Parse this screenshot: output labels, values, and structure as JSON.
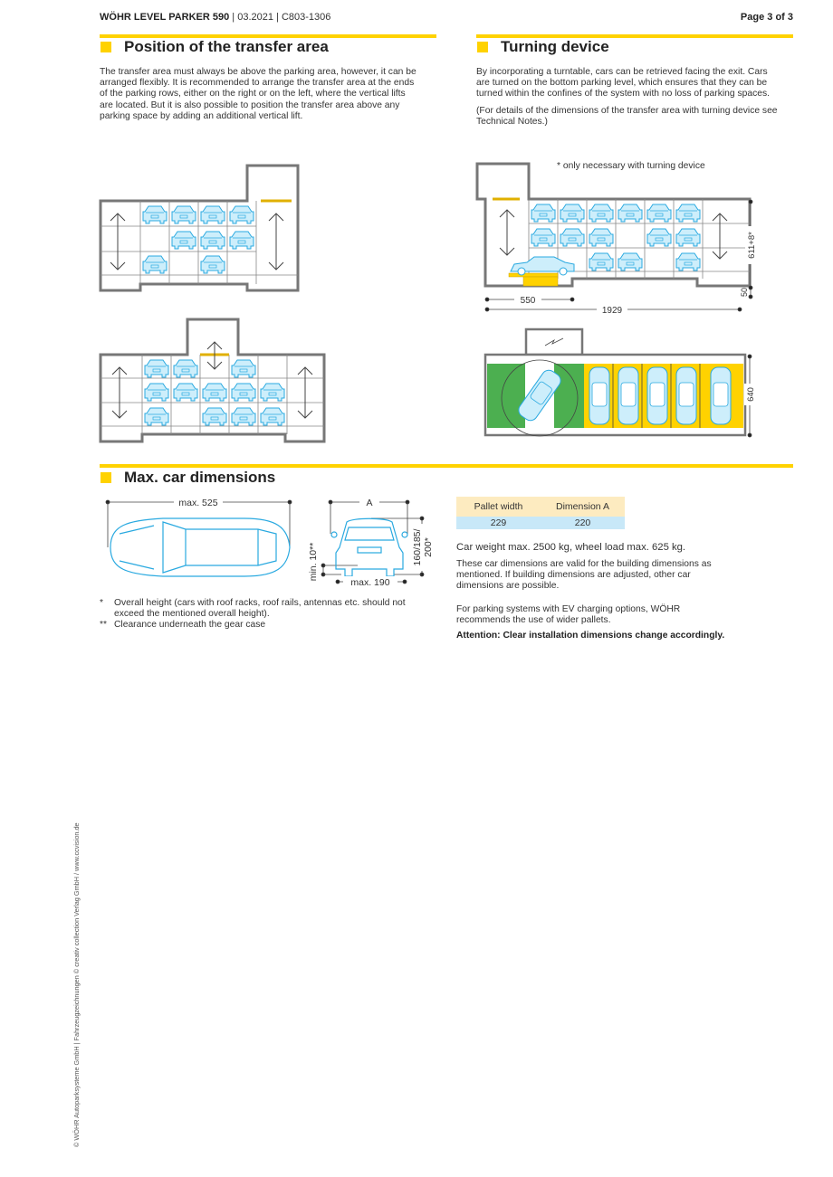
{
  "header": {
    "product": "WÖHR LEVEL PARKER 590",
    "date": "03.2021",
    "doc_code": "C803-1306",
    "page": "Page 3 of 3"
  },
  "transfer_area": {
    "title": "Position of the transfer area",
    "text": "The transfer area must always be above the parking area, however, it can be arranged flexibly. It is recommended to arrange the transfer area at the ends of the parking rows, either on the right or on the left, where the vertical lifts are located. But it is also possible to position the transfer area above any parking space by adding an additional vertical lift."
  },
  "turning_device": {
    "title": "Turning device",
    "text1": "By incorporating a turntable, cars can be retrieved facing the exit. Cars are turned on the bottom parking level, which ensures that they can be turned within the confines of the system with no loss of parking spaces.",
    "text2": "(For details of the dimensions of the transfer area with turning device see Technical Notes.)",
    "note": "* only necessary with turning device",
    "dim_550": "550",
    "dim_1929": "1929",
    "dim_height": "611+8*",
    "dim_50": "50",
    "dim_640": "640"
  },
  "car_dims": {
    "title": "Max. car dimensions",
    "length_label": "max. 525",
    "a_label": "A",
    "height_label": "160/185/",
    "height_label2": "200*",
    "clearance_label": "min. 10**",
    "track_label": "max. 190",
    "table": {
      "headers": [
        "Pallet width",
        "Dimension A"
      ],
      "rows": [
        [
          "229",
          "220"
        ]
      ]
    },
    "weight": "Car weight max. 2500 kg, wheel load max. 625 kg.",
    "validity": "These car dimensions are valid for the building dimensions as mentioned. If building dimensions are adjusted, other car dimensions are possible.",
    "ev": "For parking systems with EV charging options, WÖHR recommends the use of wider pallets.",
    "attention": "Attention: Clear installation dimensions change accordingly.",
    "footnotes": [
      {
        "mark": "*",
        "text": "Overall height (cars with roof racks, roof rails, antennas etc. should not exceed the mentioned overall height)."
      },
      {
        "mark": "**",
        "text": "Clearance underneath the gear case"
      }
    ]
  },
  "sidebar_credit": "© WÖHR Autoparksysteme GmbH | Fahrzeugzeichnungen © creativ collection Verlag GmbH / www.ccvision.de"
}
